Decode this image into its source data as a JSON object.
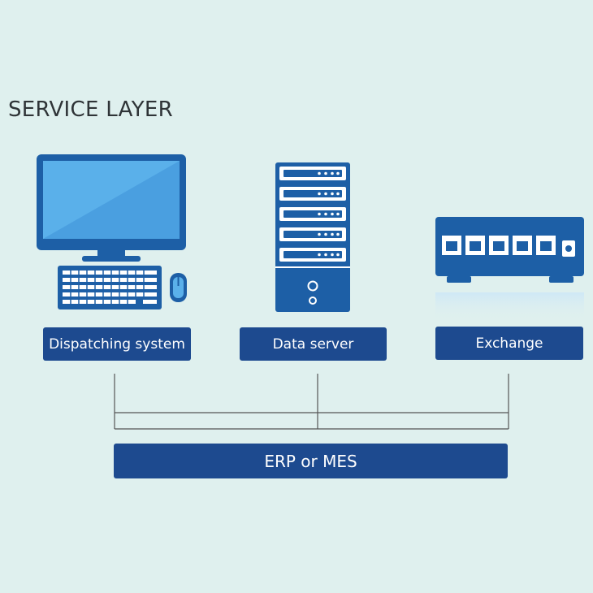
{
  "diagram": {
    "title": "SERVICE LAYER",
    "nodes": [
      {
        "id": "dispatching",
        "label": "Dispatching system",
        "icon": "desktop-computer-icon"
      },
      {
        "id": "dataserver",
        "label": "Data server",
        "icon": "server-rack-icon"
      },
      {
        "id": "exchange",
        "label": "Exchange",
        "icon": "network-switch-icon"
      }
    ],
    "target": {
      "label": "ERP or MES"
    },
    "colors": {
      "background": "#dff0ee",
      "label_fill": "#1d4a8f",
      "icon_dark": "#1d5fa6",
      "icon_light": "#5ab0ea",
      "connector": "#555555"
    }
  }
}
